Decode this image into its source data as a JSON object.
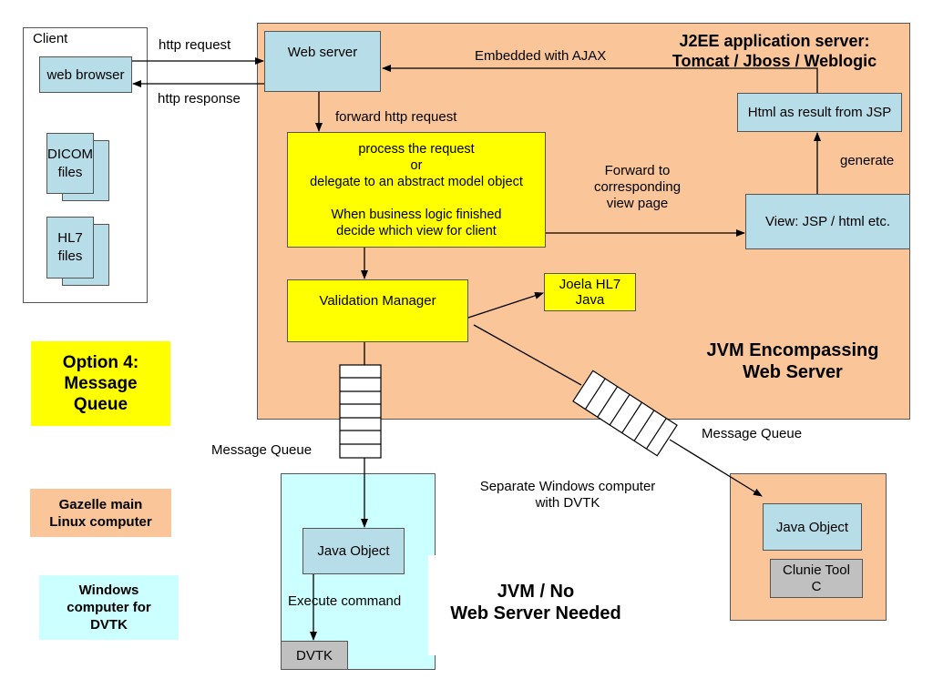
{
  "client": {
    "title": "Client",
    "browser": "web browser",
    "dicom": "DICOM\nfiles",
    "hl7": "HL7\nfiles"
  },
  "links": {
    "http_request": "http request",
    "http_response": "http response",
    "forward_http": "forward http request",
    "embedded_ajax": "Embedded with AJAX",
    "forward_view": "Forward to\ncorresponding\nview page",
    "generate": "generate",
    "mq_left": "Message Queue",
    "mq_right": "Message Queue",
    "execute": "Execute command"
  },
  "server": {
    "title": "J2EE application server:\nTomcat / Jboss / Weblogic",
    "jvm_label": "JVM Encompassing\nWeb Server",
    "web_server": "Web server",
    "process": "process the request\nor\ndelegate to an abstract model object\n\nWhen business logic finished\ndecide which view for client",
    "validation": "Validation Manager",
    "joela": "Joela HL7\nJava",
    "view": "View: JSP / html etc.",
    "html_result": "Html as result from JSP"
  },
  "dvtk_side": {
    "java_object": "Java Object",
    "dvtk": "DVTK",
    "caption": "Separate Windows computer\nwith DVTK",
    "jvm_label": "JVM / No\nWeb Server Needed"
  },
  "right_side": {
    "java_object": "Java Object",
    "clunie": "Clunie Tool\nC"
  },
  "legend": {
    "option": "Option 4:\nMessage\nQueue",
    "gazelle": "Gazelle main\nLinux computer",
    "windows": "Windows\ncomputer for\nDVTK"
  },
  "colors": {
    "server_bg": "#fac598",
    "box_blue": "#b7dde8",
    "box_yellow": "#ffff00",
    "dvtk_bg": "#ccffff",
    "grey": "#c0c0c0"
  }
}
